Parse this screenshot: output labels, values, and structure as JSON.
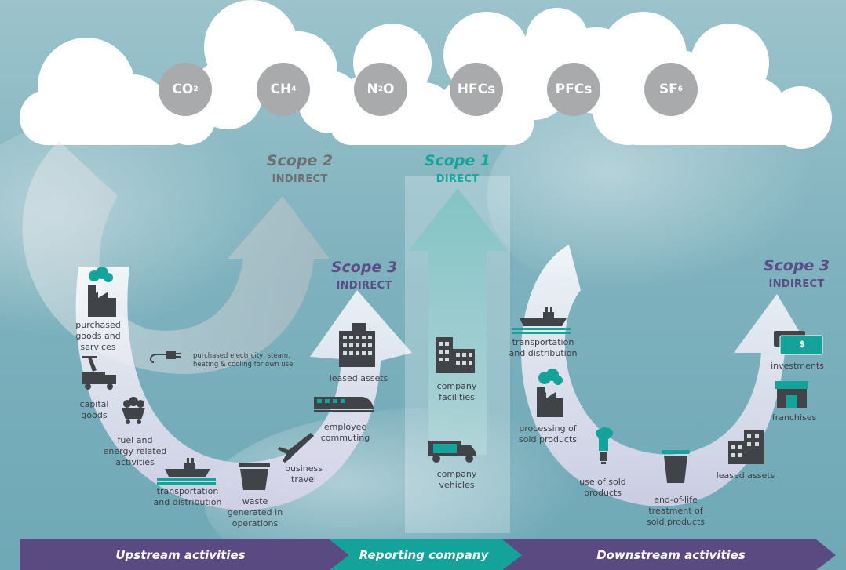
{
  "colors": {
    "sky": "#7fb1bd",
    "cloud": "#ffffff",
    "gas_circle": "#a9aaab",
    "scope1": "#19a59b",
    "scope2": "#6e7074",
    "scope3": "#5b4e87",
    "band_purple": "#5a4a82",
    "band_teal": "#14a39b",
    "icon": "#404347"
  },
  "gases": [
    {
      "main": "CO",
      "sub": "2"
    },
    {
      "main": "CH",
      "sub": "4"
    },
    {
      "main": "N",
      "sub": "2",
      "tail": "O"
    },
    {
      "main": "HFCs",
      "sub": ""
    },
    {
      "main": "PFCs",
      "sub": ""
    },
    {
      "main": "SF",
      "sub": "6"
    }
  ],
  "scopes": {
    "scope2": {
      "title": "Scope 2",
      "subtitle": "INDIRECT"
    },
    "scope1": {
      "title": "Scope 1",
      "subtitle": "DIRECT"
    },
    "scope3_left": {
      "title": "Scope 3",
      "subtitle": "INDIRECT"
    },
    "scope3_right": {
      "title": "Scope 3",
      "subtitle": "INDIRECT"
    }
  },
  "upstream": {
    "purchased_goods": "purchased\ngoods and\nservices",
    "capital_goods": "capital\ngoods",
    "fuel_energy": "fuel and\nenergy related\nactivities",
    "transportation": "transportation\nand distribution",
    "waste": "waste\ngenerated in\noperations",
    "business_travel": "business\ntravel",
    "employee_commuting": "employee\ncommuting",
    "leased_assets": "leased assets",
    "purchased_electricity": "purchased electricity, steam,\nheating & cooling for own use"
  },
  "reporting": {
    "company_facilities": "company\nfacilities",
    "company_vehicles": "company\nvehicles"
  },
  "downstream": {
    "transportation": "transportation\nand distribution",
    "processing": "processing of\nsold products",
    "use_of_sold": "use of sold\nproducts",
    "end_of_life": "end-of-life\ntreatment of\nsold products",
    "leased_assets": "leased assets",
    "franchises": "franchises",
    "investments": "investments",
    "dollar": "$"
  },
  "band": {
    "upstream": "Upstream activities",
    "reporting": "Reporting company",
    "downstream": "Downstream activities"
  }
}
